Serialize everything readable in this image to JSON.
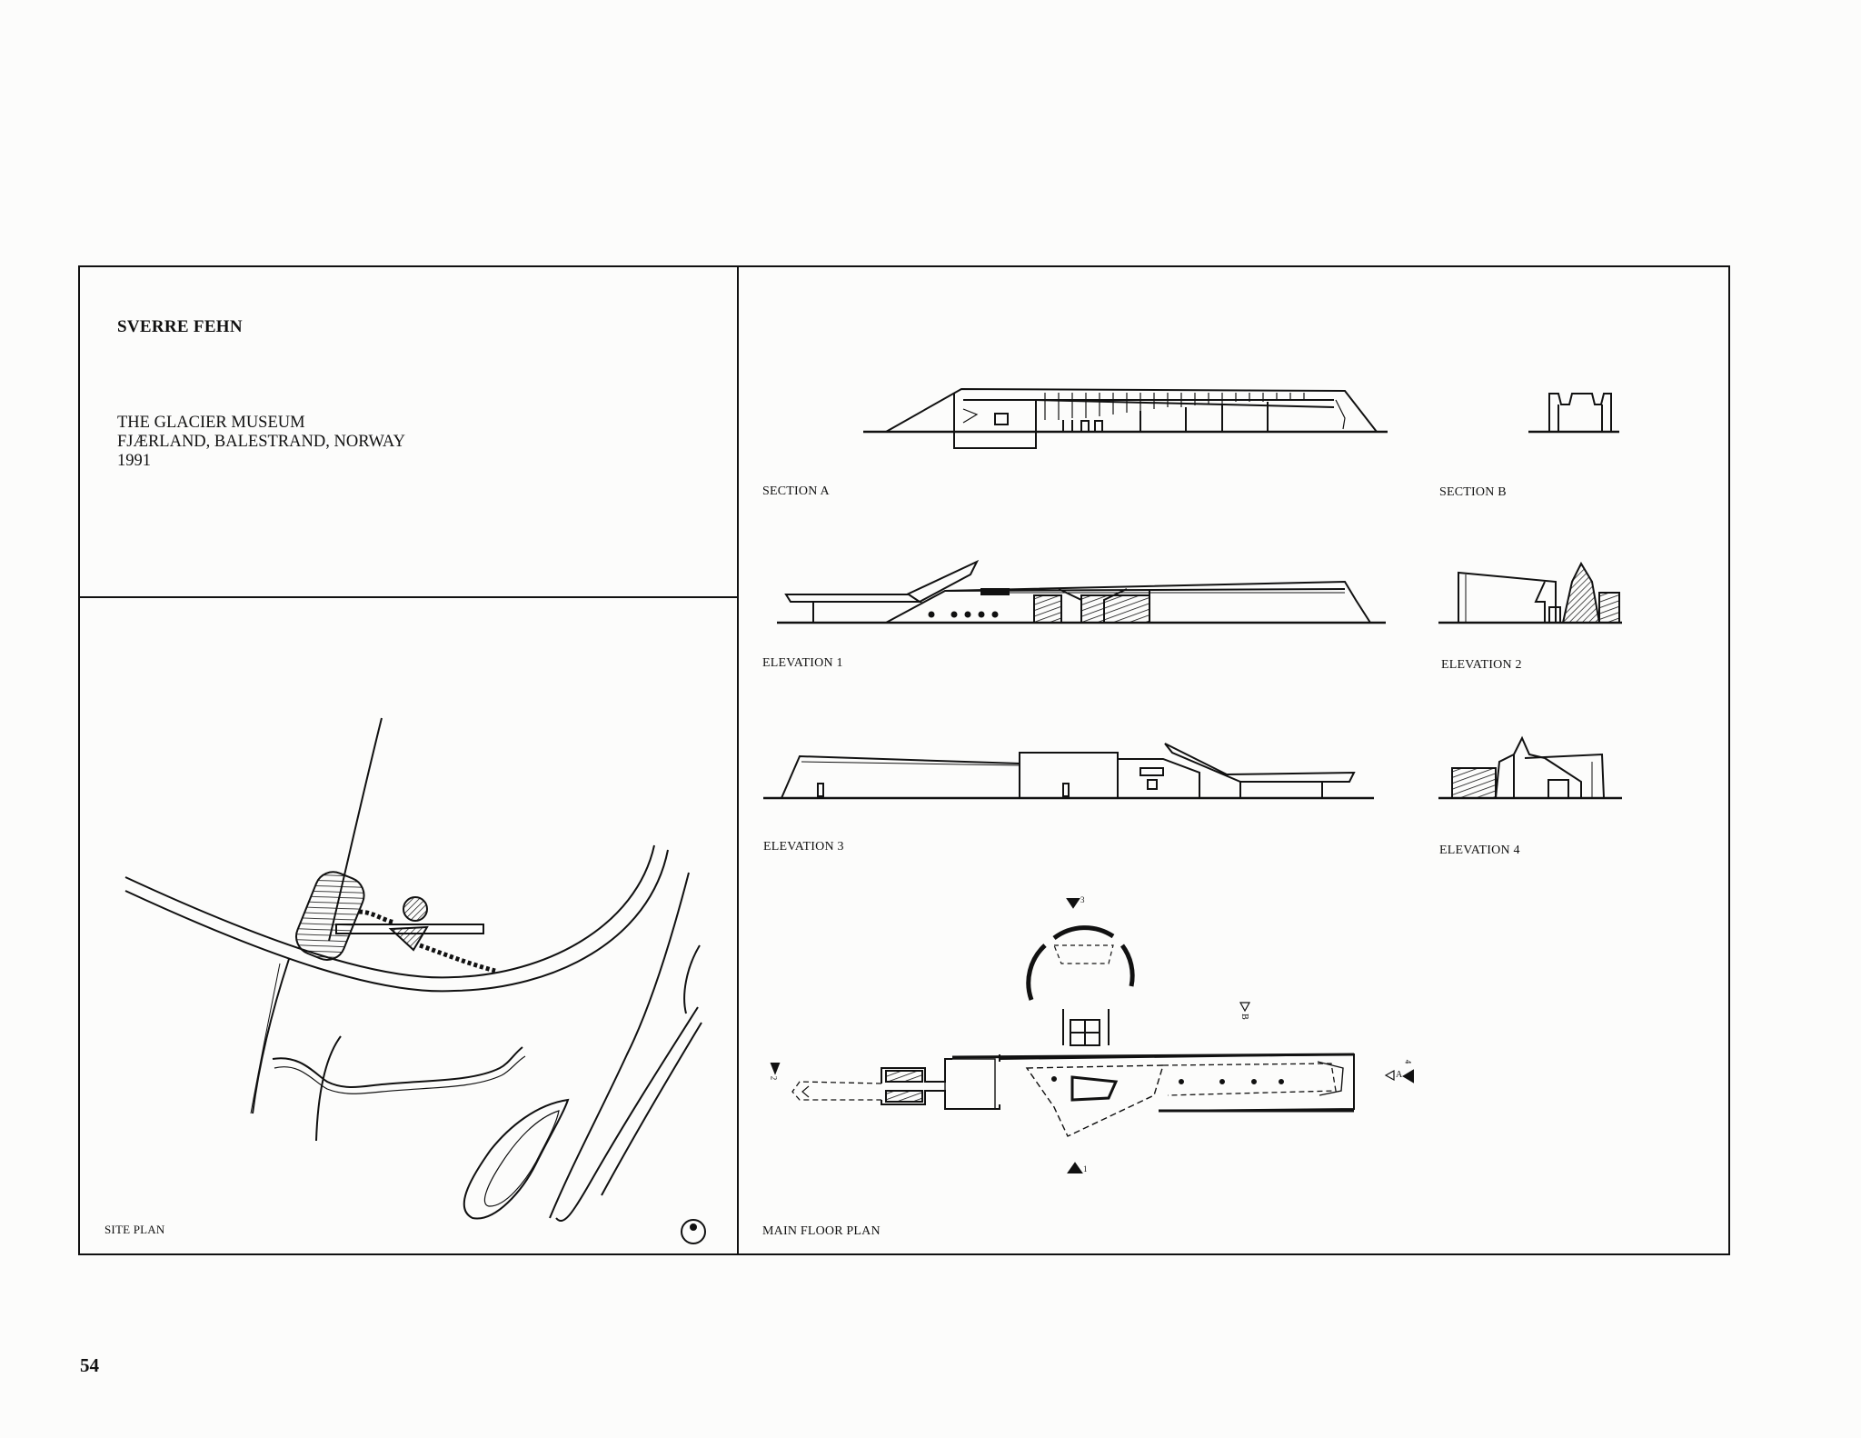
{
  "header": {
    "architect": "SVERRE FEHN",
    "project": "THE GLACIER MUSEUM",
    "location": "FJÆRLAND, BALESTRAND, NORWAY",
    "year": "1991"
  },
  "drawings": {
    "section_a": "SECTION A",
    "section_b": "SECTION B",
    "elevation_1": "ELEVATION 1",
    "elevation_2": "ELEVATION 2",
    "elevation_3": "ELEVATION 3",
    "elevation_4": "ELEVATION 4",
    "site_plan": "SITE PLAN",
    "main_floor_plan": "MAIN FLOOR PLAN"
  },
  "plan_markers": {
    "m1": "1",
    "m2": "2",
    "m3": "3",
    "m4": "4",
    "a": "A",
    "b": "B"
  },
  "page_number": "54"
}
